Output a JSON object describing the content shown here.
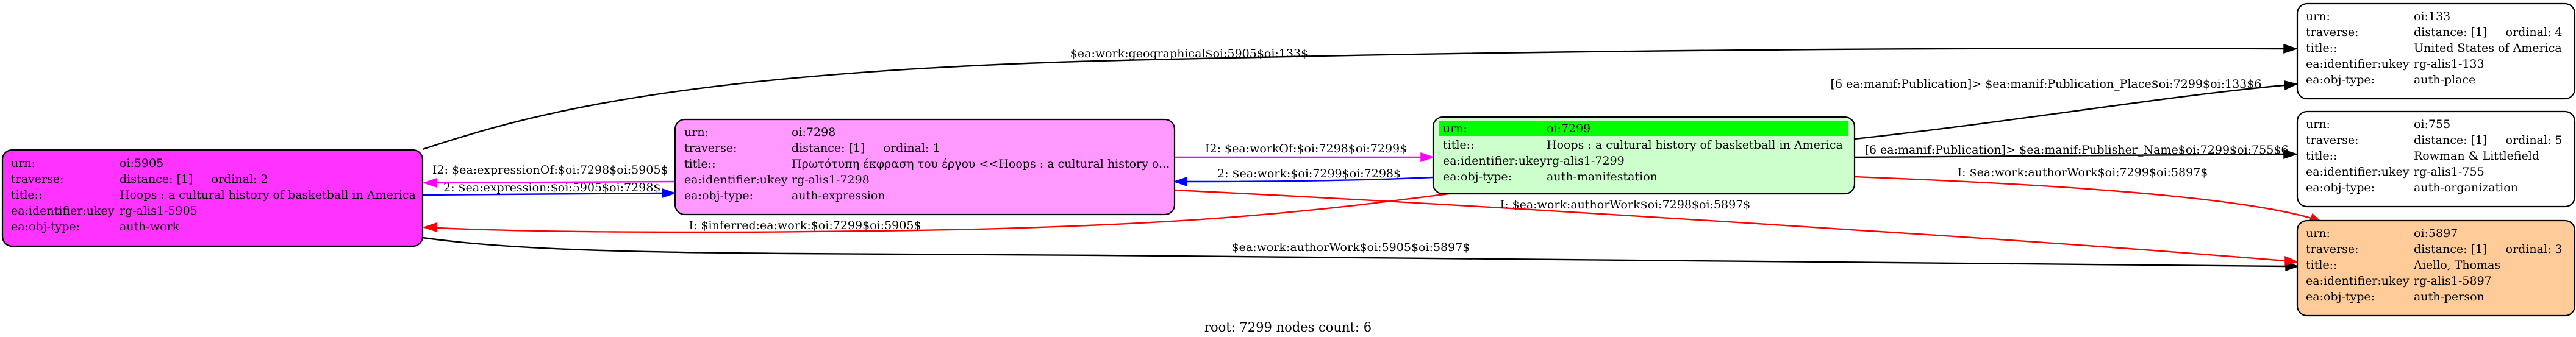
{
  "caption": "root: 7299 nodes count: 6",
  "colors": {
    "work": "#ff33ff",
    "expression": "#ff99ff",
    "manifestation": "#ccffcc",
    "manifestation_root_header": "#00ff00",
    "place": "#ffffff",
    "organization": "#ffffff",
    "person": "#ffcc99",
    "edge_black": "#000000",
    "edge_magenta": "#ff00ff",
    "edge_blue": "#0000ff",
    "edge_red": "#ff0000"
  },
  "nodes": {
    "work": {
      "urn_key": "urn:",
      "urn_val": "oi:5905",
      "traverse_key": "traverse:",
      "traverse_val": "distance: [1]     ordinal: 2",
      "title_key": "title::",
      "title_val": "Hoops : a cultural history of basketball in America",
      "ukey_key": "ea:identifier:ukey",
      "ukey_val": "rg-alis1-5905",
      "objtype_key": "ea:obj-type:",
      "objtype_val": "auth-work"
    },
    "expression": {
      "urn_key": "urn:",
      "urn_val": "oi:7298",
      "traverse_key": "traverse:",
      "traverse_val": "distance: [1]     ordinal: 1",
      "title_key": "title::",
      "title_val": "Πρωτότυπη έκφραση του έργου <<Hoops : a cultural history o...",
      "ukey_key": "ea:identifier:ukey",
      "ukey_val": "rg-alis1-7298",
      "objtype_key": "ea:obj-type:",
      "objtype_val": "auth-expression"
    },
    "manifestation": {
      "urn_key": "urn:",
      "urn_val": "oi:7299",
      "title_key": "title::",
      "title_val": "Hoops : a cultural history of basketball in America",
      "ukey_key": "ea:identifier:ukey",
      "ukey_val": "rg-alis1-7299",
      "objtype_key": "ea:obj-type:",
      "objtype_val": "auth-manifestation"
    },
    "place": {
      "urn_key": "urn:",
      "urn_val": "oi:133",
      "traverse_key": "traverse:",
      "traverse_val": "distance: [1]     ordinal: 4",
      "title_key": "title::",
      "title_val": "United States of America",
      "ukey_key": "ea:identifier:ukey",
      "ukey_val": "rg-alis1-133",
      "objtype_key": "ea:obj-type:",
      "objtype_val": "auth-place"
    },
    "organization": {
      "urn_key": "urn:",
      "urn_val": "oi:755",
      "traverse_key": "traverse:",
      "traverse_val": "distance: [1]     ordinal: 5",
      "title_key": "title::",
      "title_val": "Rowman & Littlefield",
      "ukey_key": "ea:identifier:ukey",
      "ukey_val": "rg-alis1-755",
      "objtype_key": "ea:obj-type:",
      "objtype_val": "auth-organization"
    },
    "person": {
      "urn_key": "urn:",
      "urn_val": "oi:5897",
      "traverse_key": "traverse:",
      "traverse_val": "distance: [1]     ordinal: 3",
      "title_key": "title::",
      "title_val": "Aiello, Thomas",
      "ukey_key": "ea:identifier:ukey",
      "ukey_val": "rg-alis1-5897",
      "objtype_key": "ea:obj-type:",
      "objtype_val": "auth-person"
    }
  },
  "edges": {
    "work_geo": "$ea:work:geographical$oi:5905$oi:133$",
    "expression_of": "I2: $ea:expressionOf:$oi:7298$oi:5905$",
    "work_expression": "2: $ea:expression:$oi:5905$oi:7298$",
    "work_author": "$ea:work:authorWork$oi:5905$oi:5897$",
    "work_of": "I2: $ea:workOf:$oi:7298$oi:7299$",
    "manif_work": "2: $ea:work:$oi:7299$oi:7298$",
    "inferred_work": "I: $inferred:ea:work:$oi:7299$oi:5905$",
    "expr_author": "I: $ea:work:authorWork$oi:7298$oi:5897$",
    "pub_place": "[6 ea:manif:Publication]> $ea:manif:Publication_Place$oi:7299$oi:133$6",
    "pub_name": "[6 ea:manif:Publication]> $ea:manif:Publisher_Name$oi:7299$oi:755$6",
    "manif_author": "I: $ea:work:authorWork$oi:7299$oi:5897$"
  }
}
